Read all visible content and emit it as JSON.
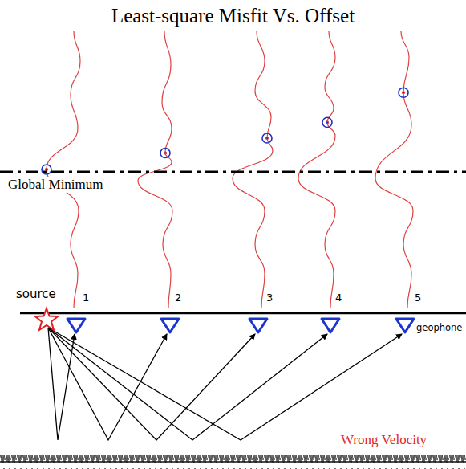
{
  "diagram": {
    "title": "Least-square Misfit Vs. Offset",
    "labels": [
      "Global Minimum",
      "source",
      "1",
      "2",
      "3",
      "4",
      "5",
      "geophone",
      "Wrong Velocity"
    ]
  }
}
